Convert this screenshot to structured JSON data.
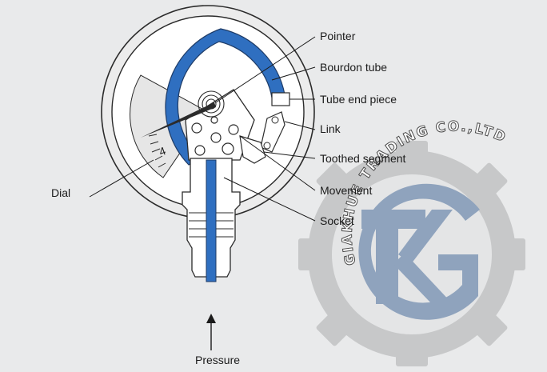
{
  "labels": {
    "pointer": "Pointer",
    "bourdon_tube": "Bourdon tube",
    "tube_end_piece": "Tube end piece",
    "link": "Link",
    "toothed_segment": "Toothed segment",
    "movement": "Movement",
    "socket": "Socket",
    "dial": "Dial",
    "pressure": "Pressure"
  },
  "watermark": {
    "arc_text": "GIAKHUE TRADING CO.,LTD",
    "monogram": "KG"
  },
  "dial_mark": "4",
  "colors": {
    "background": "#e9eaeb",
    "tube_blue": "#2f6fc0",
    "outline": "#2b2b2b",
    "watermark_gray": "#c7c8c9",
    "watermark_logo_blue": "#8fa3bd"
  }
}
